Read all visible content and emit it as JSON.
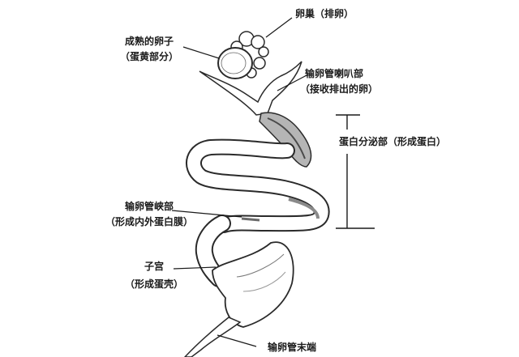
{
  "labels": {
    "ovary": "卵巢（排卵）",
    "mature_egg_line1": "成熟的卵子",
    "mature_egg_line2": "（蛋黄部分）",
    "infundibulum_line1": "输卵管喇叭部",
    "infundibulum_line2": "（接收排出的卵）",
    "magnum": "蛋白分泌部（形成蛋白）",
    "isthmus_line1": "输卵管峡部",
    "isthmus_line2": "（形成内外蛋白膜）",
    "uterus_line1": "子宫",
    "uterus_line2": "（形成蛋壳）",
    "vagina": "输卵管末端"
  },
  "colors": {
    "outline": "#2a2a2a",
    "shade": "#9a9a9a",
    "dark_shade": "#4a4a4a",
    "text": "#1a1a1a"
  }
}
